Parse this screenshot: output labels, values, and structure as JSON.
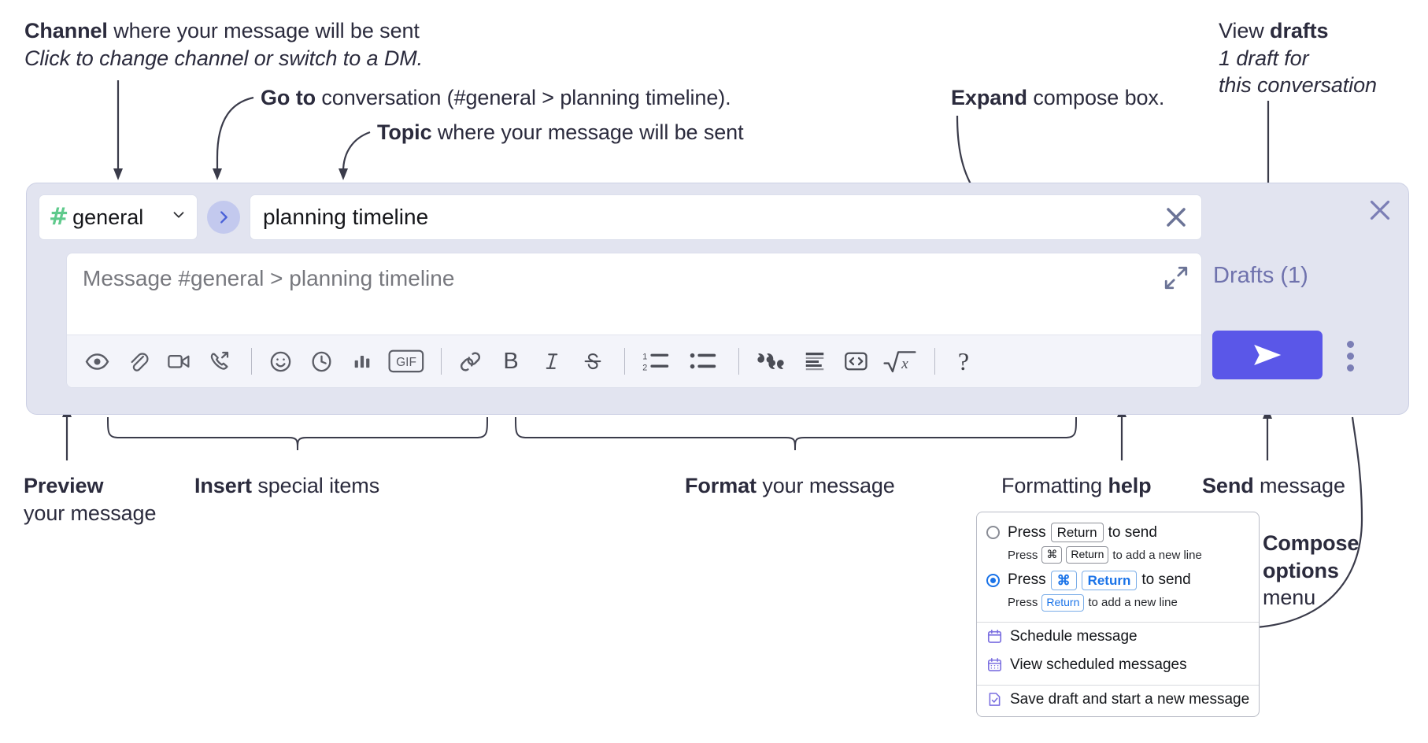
{
  "annotations": {
    "channel": {
      "bold": "Channel",
      "rest": " where your message will be sent",
      "italic": "Click to change channel or switch to a DM."
    },
    "goto": {
      "bold": "Go to",
      "rest": " conversation (#general > planning timeline)."
    },
    "topic": {
      "bold": "Topic",
      "rest": " where your message will be sent"
    },
    "expand": {
      "bold": "Expand",
      "rest": " compose box."
    },
    "drafts": {
      "pre": "View ",
      "bold": "drafts",
      "italic1": "1 draft for",
      "italic2": "this conversation"
    },
    "preview": {
      "bold": "Preview",
      "rest": "your message"
    },
    "insert": {
      "bold": "Insert",
      "rest": " special items"
    },
    "format": {
      "bold": "Format",
      "rest": " your message"
    },
    "help": {
      "pre": "Formatting ",
      "bold": "help"
    },
    "send": {
      "bold": "Send",
      "rest": " message"
    },
    "compose_options": {
      "bold1": "Compose",
      "bold2": "options",
      "rest": "menu"
    }
  },
  "compose": {
    "channel": {
      "name": "general",
      "hash": "#",
      "chevron": "⌄",
      "icon": "hash-icon"
    },
    "goto_icon": "chevron-right-icon",
    "topic": {
      "value": "planning timeline",
      "clear_icon": "close-icon"
    },
    "message": {
      "placeholder": "Message #general > planning timeline",
      "expand_icon": "expand-icon"
    },
    "drafts_label": "Drafts (1)",
    "send_icon": "paper-plane-icon",
    "kebab_icon": "more-vertical-icon",
    "close_icon": "close-icon",
    "accent_color": "#5a57e8",
    "panel_bg": "#e2e4f0",
    "hash_color": "#5fca8c",
    "drafts_color": "#6f72ad"
  },
  "toolbar": {
    "items": [
      {
        "name": "preview-icon",
        "label": "Preview",
        "group": "preview"
      },
      {
        "name": "attachment-icon",
        "label": "Attach file",
        "group": "insert"
      },
      {
        "name": "video-icon",
        "label": "Record video clip",
        "group": "insert"
      },
      {
        "name": "audio-call-icon",
        "label": "Record audio clip",
        "group": "insert"
      },
      {
        "name": "emoji-icon",
        "label": "Emoji",
        "group": "insert"
      },
      {
        "name": "clock-icon",
        "label": "Recent",
        "group": "insert"
      },
      {
        "name": "poll-icon",
        "label": "Poll",
        "group": "insert"
      },
      {
        "name": "gif-icon",
        "label": "GIF",
        "group": "insert"
      },
      {
        "name": "link-icon",
        "label": "Link",
        "group": "format"
      },
      {
        "name": "bold-icon",
        "label": "B",
        "group": "format"
      },
      {
        "name": "italic-icon",
        "label": "I",
        "group": "format"
      },
      {
        "name": "strikethrough-icon",
        "label": "S",
        "group": "format"
      },
      {
        "name": "ordered-list-icon",
        "label": "Ordered list",
        "group": "format"
      },
      {
        "name": "bulleted-list-icon",
        "label": "Bulleted list",
        "group": "format"
      },
      {
        "name": "blockquote-icon",
        "label": "Blockquote",
        "group": "format"
      },
      {
        "name": "code-block-icon",
        "label": "Code block",
        "group": "format"
      },
      {
        "name": "code-icon",
        "label": "Code",
        "group": "format"
      },
      {
        "name": "latex-icon",
        "label": "LaTeX",
        "group": "format"
      },
      {
        "name": "help-icon",
        "label": "?",
        "group": "help"
      }
    ],
    "gif_label": "GIF",
    "bold_label": "B",
    "italic_label": "I",
    "strike_label": "S",
    "help_label": "?",
    "list_one": "1",
    "list_two": "2"
  },
  "options_menu": {
    "option1": {
      "main_pre": "Press",
      "main_key": "Return",
      "main_post": "to send",
      "sub_pre": "Press",
      "sub_key1": "⌘",
      "sub_key2": "Return",
      "sub_post": "to add a new line",
      "selected": false
    },
    "option2": {
      "main_pre": "Press",
      "main_key1": "⌘",
      "main_key2": "Return",
      "main_post": "to send",
      "sub_pre": "Press",
      "sub_key": "Return",
      "sub_post": "to add a new line",
      "selected": true
    },
    "items": [
      {
        "label": "Schedule message",
        "icon": "calendar-icon"
      },
      {
        "label": "View scheduled messages",
        "icon": "calendar-grid-icon"
      },
      {
        "label": "Save draft and start a new message",
        "icon": "file-check-icon"
      }
    ]
  }
}
